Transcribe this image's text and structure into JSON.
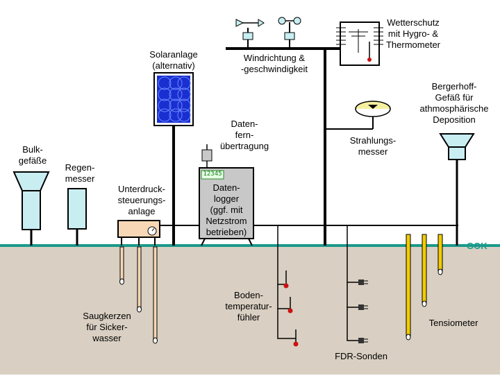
{
  "labels": {
    "bulk": "Bulk-\ngefäße",
    "regen": "Regen-\nmesser",
    "unterdruck": "Unterdruck-\nsteuerungs-\nanlage",
    "solar": "Solaranlage\n(alternativ)",
    "wind": "Windrichtung &\n-geschwindigkeit",
    "wetterschutz": "Wetterschutz\nmit Hygro- &\nThermometer",
    "daten_fern": "Daten-\nfern-\nübertragung",
    "logger": "Daten-\nlogger\n(ggf. mit\nNetzstrom\nbetrieben)",
    "strahlung": "Strahlungs-\nmesser",
    "bergerhoff": "Bergerhoff-\nGefäß für\nathmosphärische\nDeposition",
    "gok": "GOK",
    "saugkerzen": "Saugkerzen\nfür Sicker-\nwasser",
    "boden": "Boden-\ntemperatur-\nfühler",
    "fdr": "FDR-Sonden",
    "tensiometer": "Tensiometer",
    "display": "12345"
  },
  "colors": {
    "ground": "#d9cfc2",
    "ground_line": "#1a9a8a",
    "container": "#c8eef2",
    "solar": "#1a2fd0",
    "tensiometer": "#f2cc00",
    "sensor_red": "#cc1111",
    "logger_box": "#c8c8c8",
    "unterdruck_box": "#f7d7b5"
  }
}
